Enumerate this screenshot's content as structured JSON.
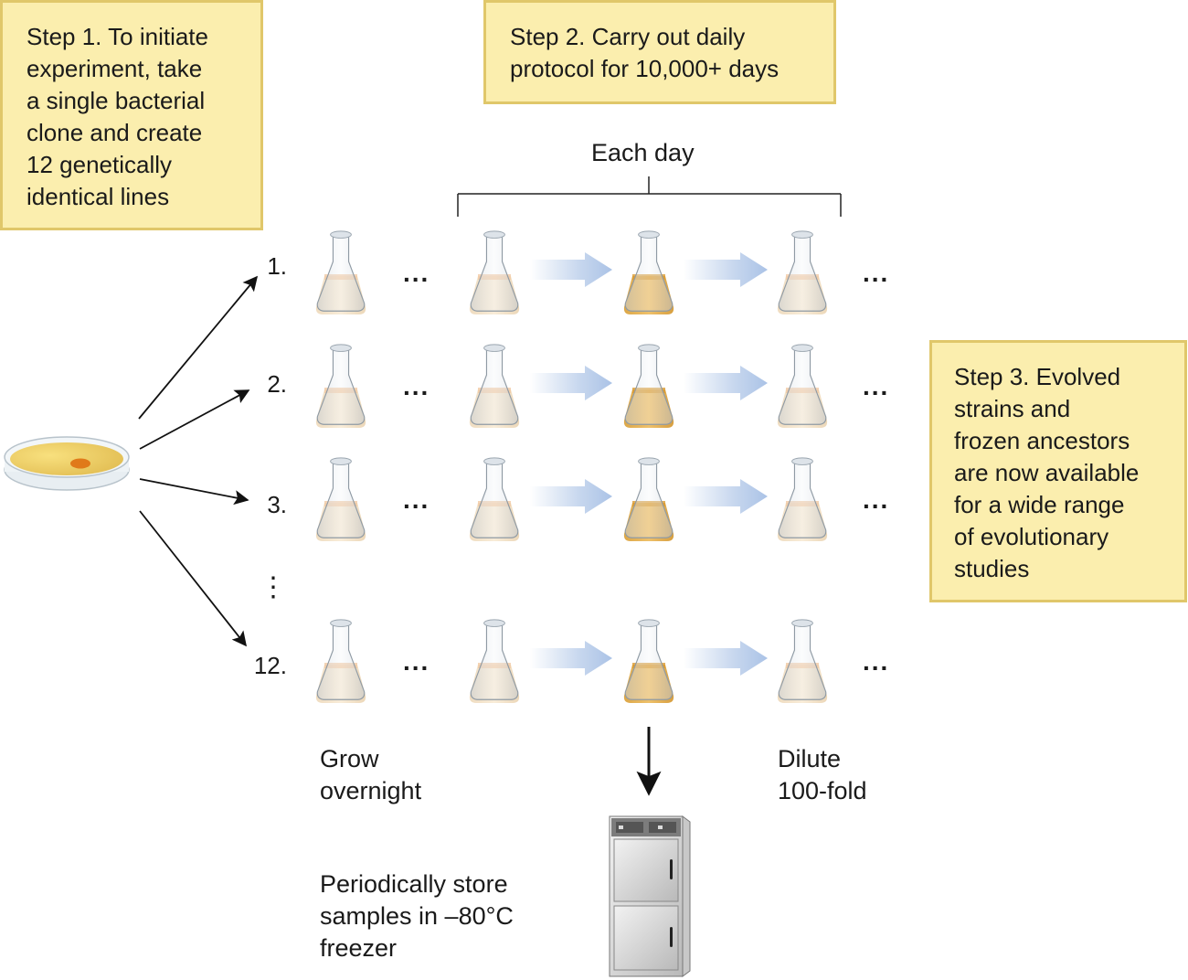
{
  "step1": {
    "lines": [
      "Step 1. To initiate",
      "experiment, take",
      "a single bacterial",
      "clone and create",
      "12 genetically",
      "identical lines"
    ]
  },
  "step2": {
    "lines": [
      "Step 2. Carry out daily",
      "protocol for 10,000+ days"
    ]
  },
  "step3": {
    "lines": [
      "Step 3. Evolved",
      "strains and",
      "frozen ancestors",
      "are now available",
      "for a wide range",
      "of evolutionary",
      "studies"
    ]
  },
  "bracket_label": "Each day",
  "lines": [
    {
      "label": "1."
    },
    {
      "label": "2."
    },
    {
      "label": "3."
    },
    {
      "label": "12."
    }
  ],
  "vertical_ellipsis": "⋮",
  "ellipsis": "...",
  "grow_label": [
    "Grow",
    "overnight"
  ],
  "dilute_label": [
    "Dilute",
    "100-fold"
  ],
  "store_label": [
    "Periodically store",
    "samples in –80°C",
    "freezer"
  ],
  "colors": {
    "box_fill": "#fbeeae",
    "box_border": "#e0c76a",
    "diluted_culture": "#f6e3c6",
    "grown_culture": "#e8b85a",
    "process_arrow": "#b9cdea",
    "agar": "#f0d070",
    "colony": "#e07a1a"
  },
  "icons": {
    "petri_dish": "petri-dish-icon",
    "flask": "erlenmeyer-flask-icon",
    "freezer": "freezer-icon",
    "arrow": "arrow-icon"
  }
}
